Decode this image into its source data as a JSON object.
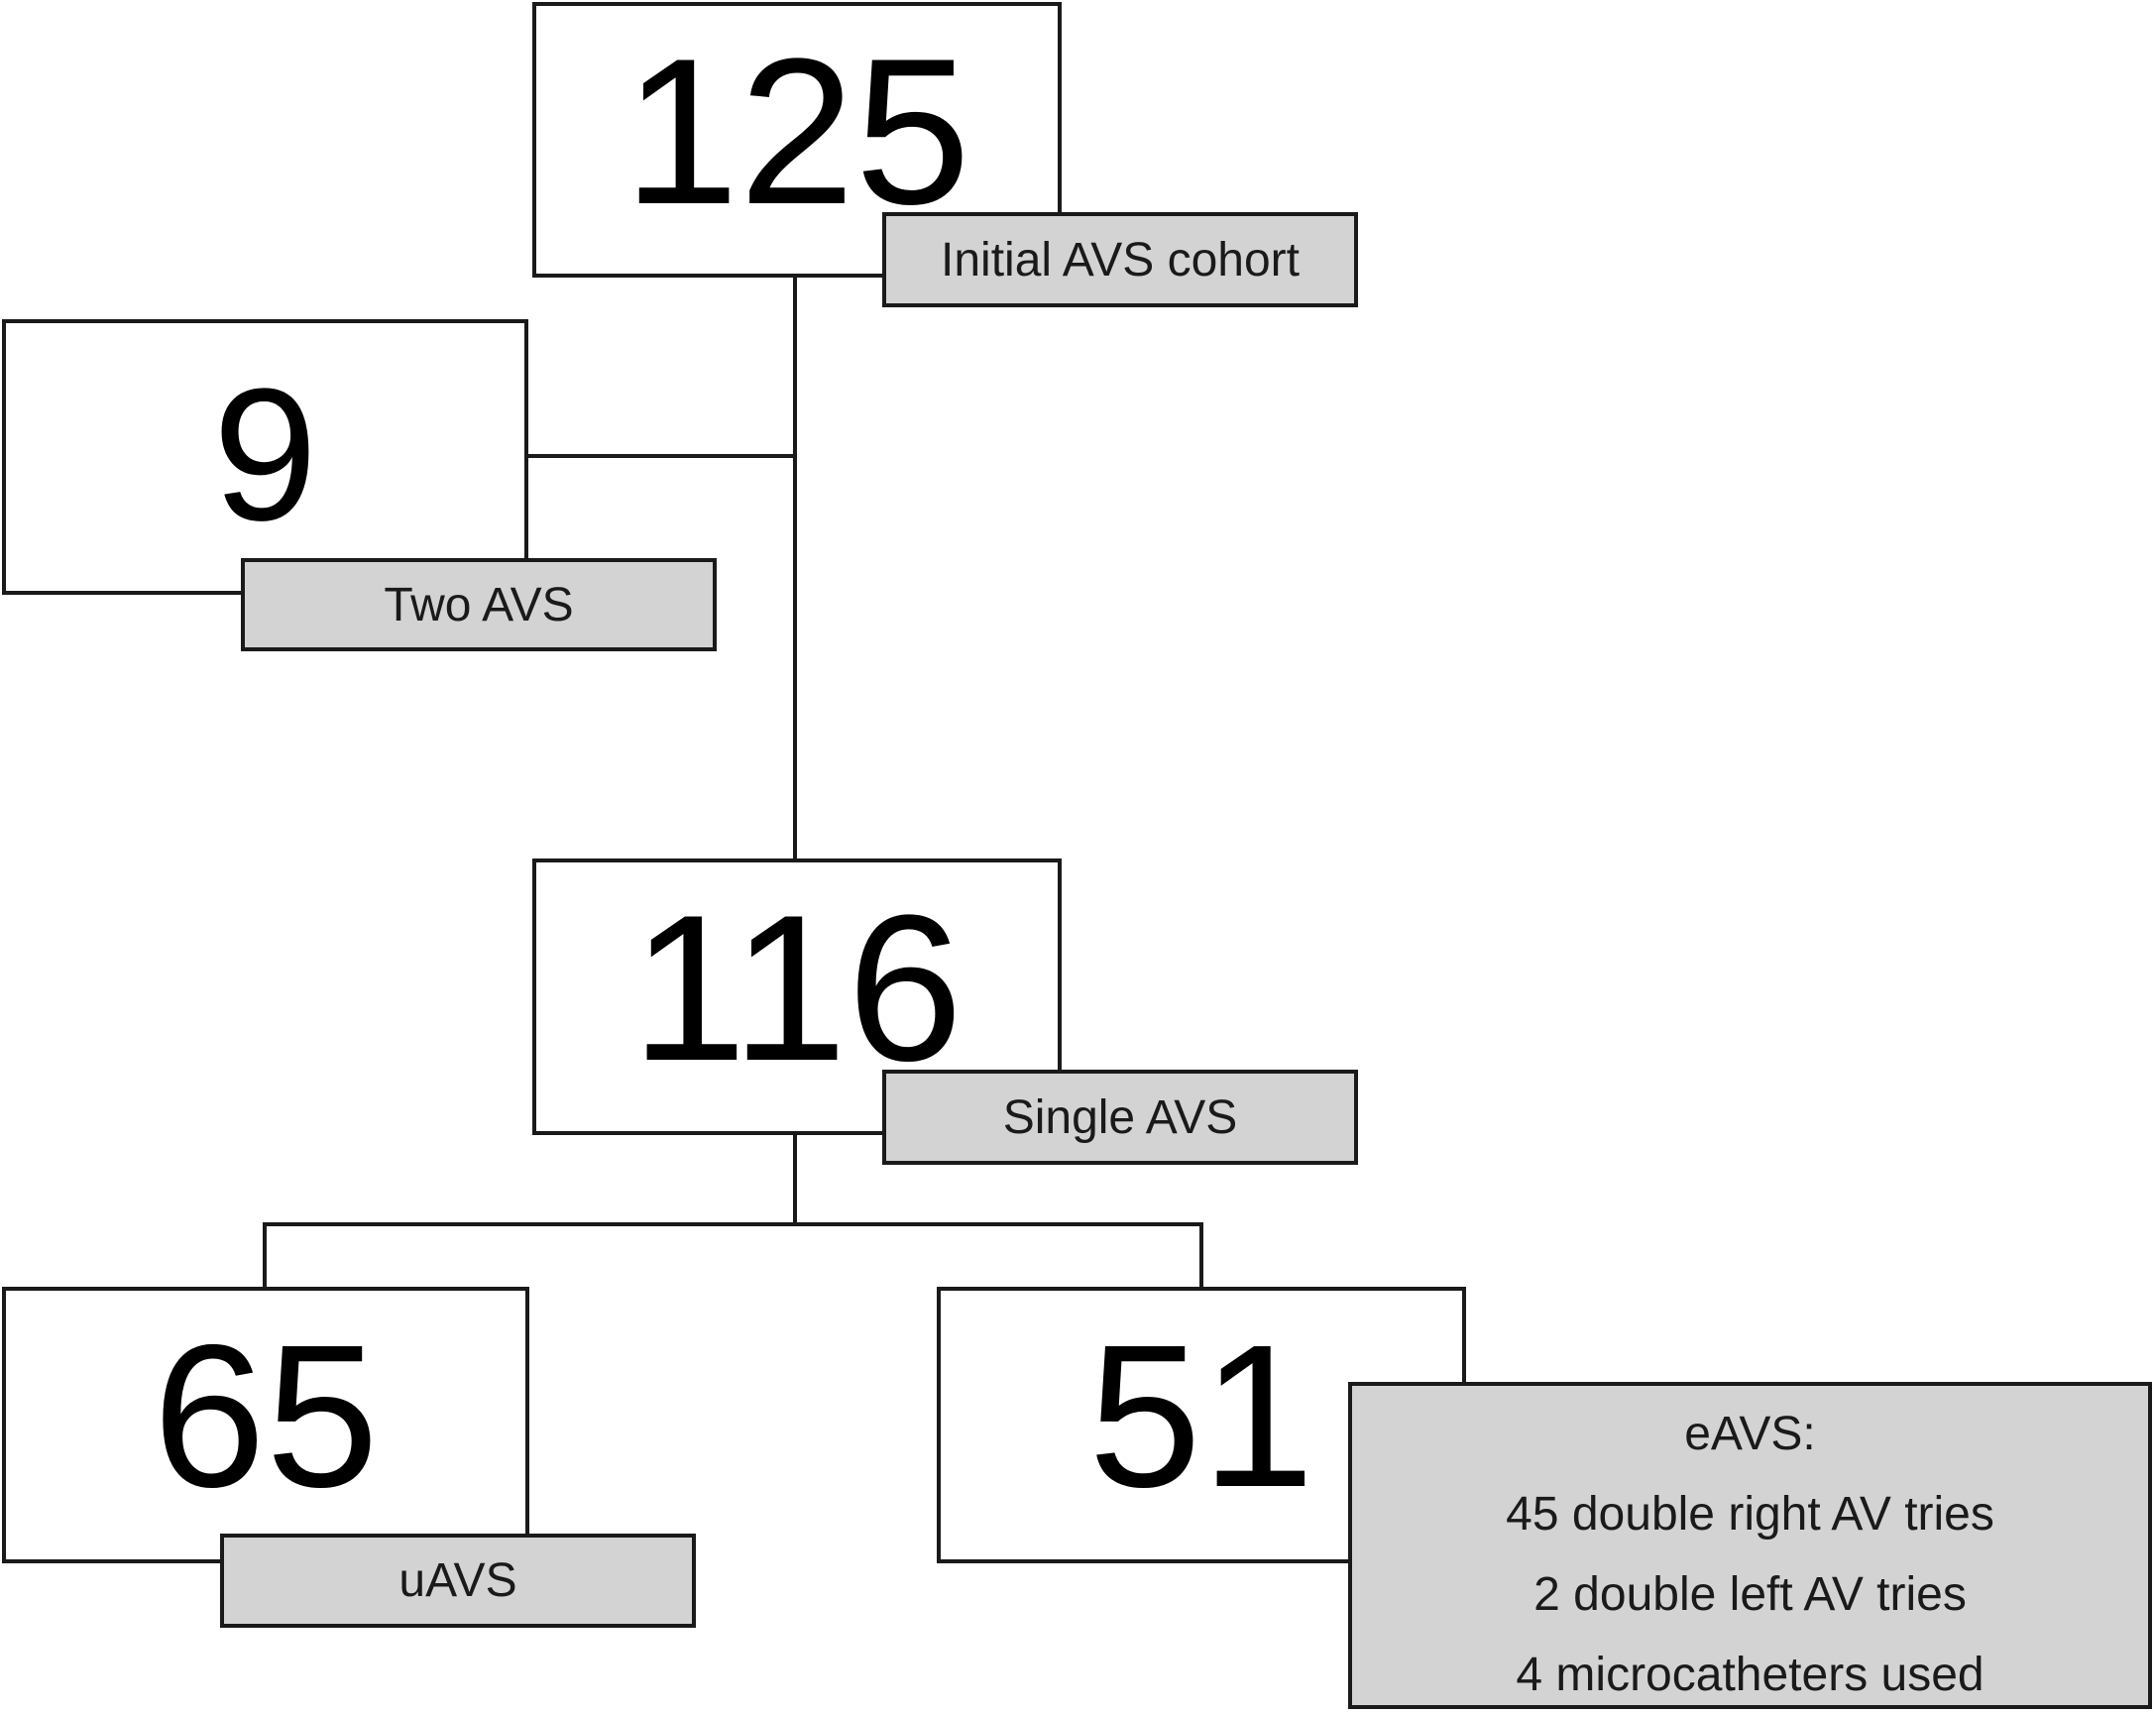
{
  "nodes": {
    "initial": {
      "count": "125",
      "label": "Initial AVS cohort"
    },
    "excluded": {
      "count": "9",
      "label": "Two AVS"
    },
    "single": {
      "count": "116",
      "label": "Single AVS"
    },
    "uavs": {
      "count": "65",
      "label": "uAVS"
    },
    "eavs": {
      "count": "51",
      "label_lines": [
        "eAVS:",
        "45 double right AV tries",
        "2 double left AV tries",
        "4 microcatheters used"
      ]
    }
  },
  "colors": {
    "box_border": "#1a1a1a",
    "label_fill": "#d3d3d3",
    "count_text": "#000000"
  }
}
